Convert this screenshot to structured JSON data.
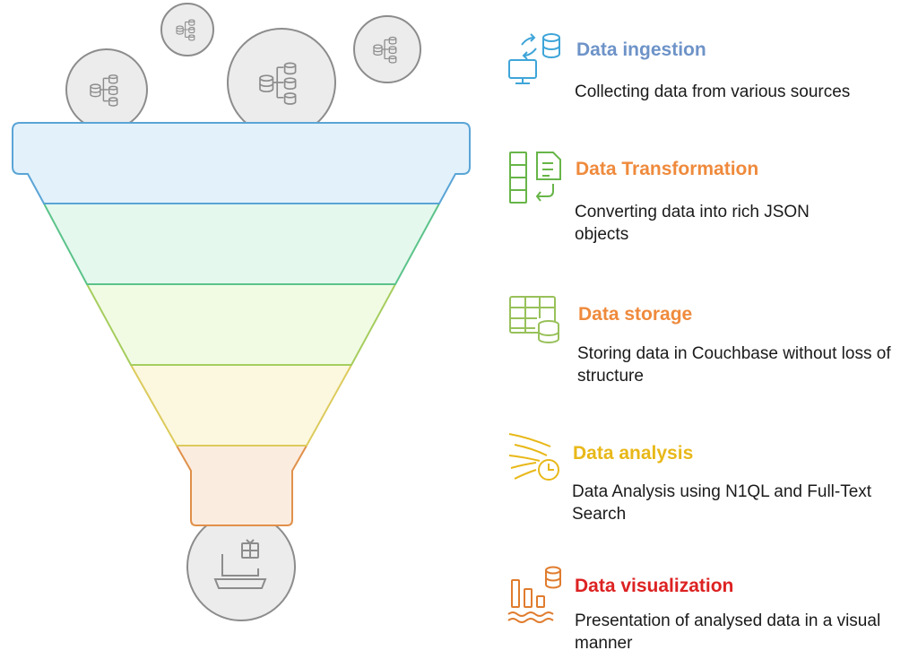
{
  "stages": [
    {
      "title": "Data ingestion",
      "description": "Collecting data from various sources",
      "color": "#6e93c8",
      "icon": "database-sync-monitor-icon"
    },
    {
      "title": "Data Transformation",
      "description": "Converting data into rich JSON objects",
      "color": "#ef8a3c",
      "icon": "table-to-document-icon"
    },
    {
      "title": "Data storage",
      "description": "Storing data in Couchbase without loss of structure",
      "color": "#ef8a3c",
      "icon": "table-database-icon"
    },
    {
      "title": "Data analysis",
      "description": "Data Analysis using N1QL and Full-Text Search",
      "color": "#e8b818",
      "icon": "flow-clock-icon"
    },
    {
      "title": "Data visualization",
      "description": "Presentation of analysed data in a visual manner",
      "color": "#dd2222",
      "icon": "bar-chart-database-icon"
    }
  ],
  "funnel": {
    "layer_colors": [
      {
        "fill": "#e3f1fb",
        "stroke": "#5aa5d6"
      },
      {
        "fill": "#e4f8ee",
        "stroke": "#5cc38a"
      },
      {
        "fill": "#f1fbe4",
        "stroke": "#a6cd5e"
      },
      {
        "fill": "#fcf7df",
        "stroke": "#dccb5c"
      },
      {
        "fill": "#fbece0",
        "stroke": "#e0904a"
      }
    ],
    "source_icons": [
      "database-tree-icon",
      "database-tree-icon",
      "database-tree-icon",
      "database-tree-icon"
    ],
    "output_icon": "laptop-package-icon"
  }
}
